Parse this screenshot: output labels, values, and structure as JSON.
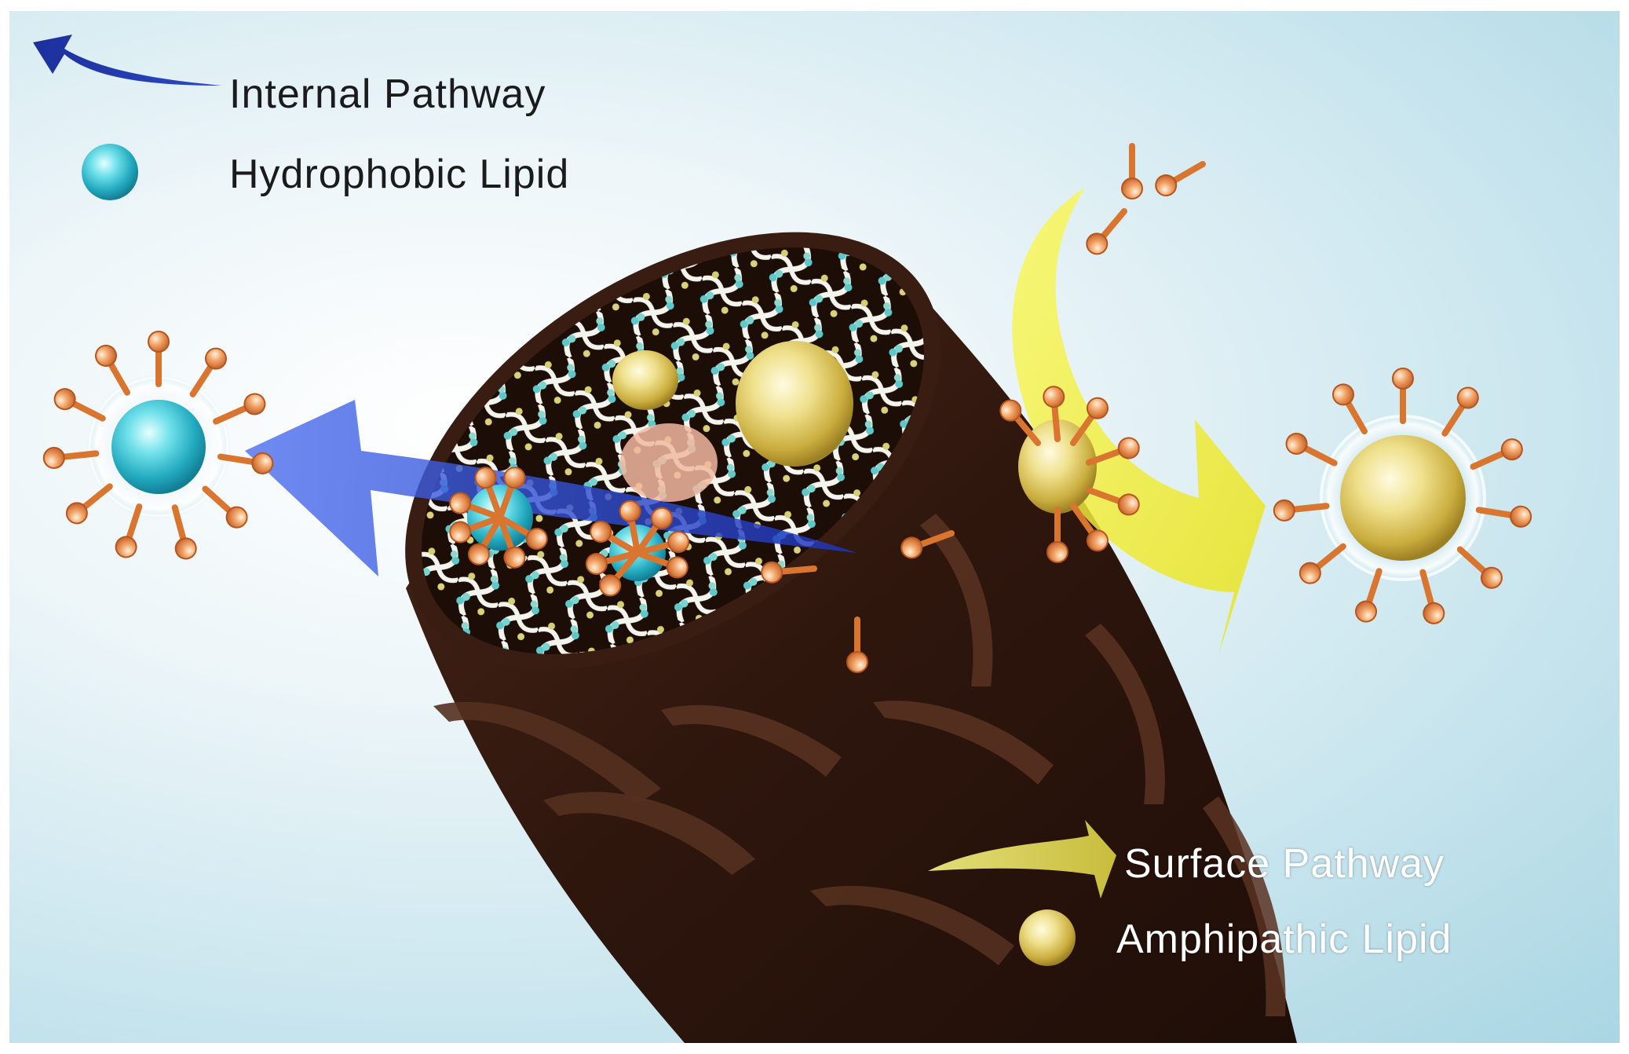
{
  "legend": {
    "internal_pathway": "Internal Pathway",
    "hydrophobic_lipid": "Hydrophobic Lipid",
    "surface_pathway": "Surface Pathway",
    "amphipathic_lipid": "Amphipathic Lipid"
  },
  "colors": {
    "internal_arrow": "#2f4cc9",
    "surface_arrow": "#f2ee2e",
    "hydrophobic_lipid": "#35c4d6",
    "amphipathic_lipid": "#e6d27a",
    "surfactant": "#e8894a",
    "hair": "#3a1d12",
    "background": "#cfe8f0"
  },
  "icons": [
    "internal-pathway-arrow-icon",
    "hydrophobic-lipid-icon",
    "surface-pathway-arrow-icon",
    "amphipathic-lipid-icon",
    "surfactant-molecule-icon",
    "hair-fiber-icon",
    "micelle-icon"
  ]
}
